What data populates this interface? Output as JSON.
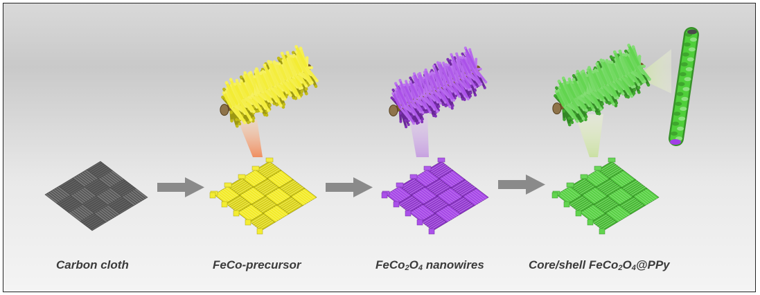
{
  "captions": {
    "carbon_cloth": "Carbon cloth",
    "precursor": "FeCo-precursor",
    "nanowires_pre": "FeCo",
    "nanowires_sub1": "2",
    "nanowires_mid": "O",
    "nanowires_sub2": "4",
    "nanowires_post": " nanowires",
    "core_shell_pre": "Core/shell FeCo",
    "core_shell_sub1": "2",
    "core_shell_mid": "O",
    "core_shell_sub2": "4",
    "core_shell_post": "@PPy"
  },
  "colors": {
    "carbon": "#6e6e6e",
    "precursor": "#f2ea1c",
    "nanowires": "#a13de6",
    "core_shell": "#4fcf3a",
    "arrow": "#8a8a8a",
    "core_rod": "#7a5a2a"
  }
}
